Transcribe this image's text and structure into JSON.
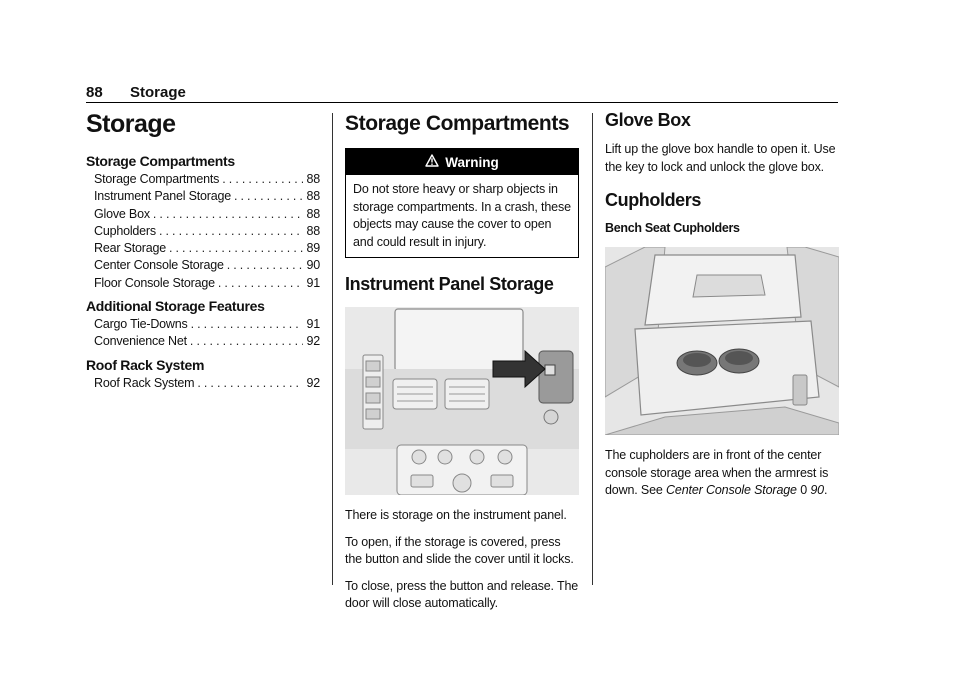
{
  "header": {
    "page_number": "88",
    "section": "Storage"
  },
  "toc": {
    "title": "Storage",
    "groups": [
      {
        "heading": "Storage Compartments",
        "entries": [
          {
            "label": "Storage Compartments",
            "page": "88"
          },
          {
            "label": "Instrument Panel Storage",
            "page": "88"
          },
          {
            "label": "Glove Box",
            "page": "88"
          },
          {
            "label": "Cupholders",
            "page": "88"
          },
          {
            "label": "Rear Storage",
            "page": "89"
          },
          {
            "label": "Center Console Storage",
            "page": "90"
          },
          {
            "label": "Floor Console Storage",
            "page": "91"
          }
        ]
      },
      {
        "heading": "Additional Storage Features",
        "entries": [
          {
            "label": "Cargo Tie-Downs",
            "page": "91"
          },
          {
            "label": "Convenience Net",
            "page": "92"
          }
        ]
      },
      {
        "heading": "Roof Rack System",
        "entries": [
          {
            "label": "Roof Rack System",
            "page": "92"
          }
        ]
      }
    ]
  },
  "storage_compartments": {
    "title": "Storage Compartments",
    "warning": {
      "label": "Warning",
      "icon": "warning-triangle-icon",
      "text": "Do not store heavy or sharp objects in storage compartments. In a crash, these objects may cause the cover to open and could result in injury."
    }
  },
  "instrument_panel": {
    "title": "Instrument Panel Storage",
    "image_icon": "instrument-panel-illustration",
    "p1": "There is storage on the instrument panel.",
    "p2": "To open, if the storage is covered, press the button and slide the cover until it locks.",
    "p3": "To close, press the button and release. The door will close automatically."
  },
  "glove_box": {
    "title": "Glove Box",
    "text": "Lift up the glove box handle to open it. Use the key to lock and unlock the glove box."
  },
  "cupholders": {
    "title": "Cupholders",
    "subtitle": "Bench Seat Cupholders",
    "image_icon": "bench-seat-cupholder-illustration",
    "text_before": "The cupholders are in front of the center console storage area when the armrest is down. See ",
    "xref": "Center Console Storage",
    "xref_symbol": "0",
    "xref_page": "90",
    "text_after": "."
  },
  "colors": {
    "text": "#111111",
    "warning_bar": "#000000",
    "illustration_bg": "#ececec"
  }
}
